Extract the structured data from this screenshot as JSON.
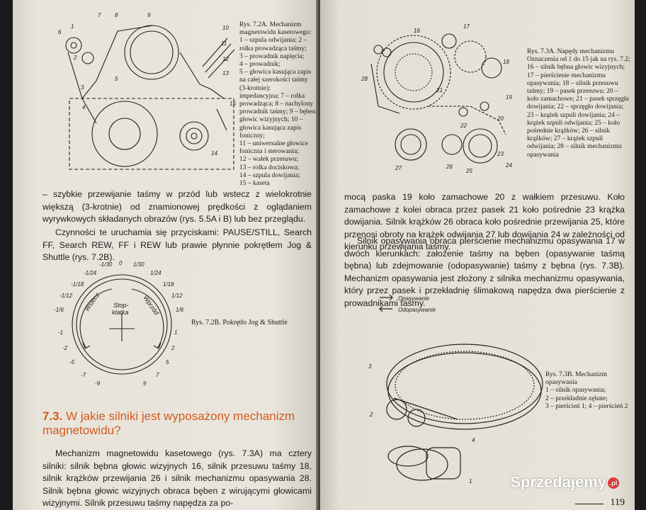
{
  "left_page": {
    "fig_7_2a": {
      "caption_title": "Rys. 7.2A. Mechanizm magnetowidu kasetowego:",
      "caption_items": [
        "1 – szpula odwijania; 2 – rolka prowadząca taśmy;",
        "3 – prowadnik napięcia;",
        "4 – prowadnik;",
        "5 – głowica kasująca zapis na całej szerokości taśmy (3-krotnie);",
        "impedancyjna; 7 – rolka prowadząca; 8 – nachylony prowadnik taśmy; 9 – bęben głowic wizyjnych; 10 – głowica kasująca zapis foniczny;",
        "11 – uniwersalne głowice foniczna i sterowania;",
        "12 – wałek przesuwu;",
        "13 – rolka dociskowa;",
        "14 – szpula dowijania;",
        "15 – kaseta"
      ],
      "labels": [
        "1",
        "2",
        "3",
        "4",
        "5",
        "6",
        "7",
        "8",
        "9",
        "10",
        "11",
        "12",
        "13",
        "14",
        "15"
      ]
    },
    "para1": "– szybkie przewijanie taśmy w przód lub wstecz z wielokrotnie większą (3-krotnie) od znamionowej prędkości z oglądaniem wyrywkowych składanych obrazów (rys. 5.5A i B) lub bez przeglądu.",
    "para2": "Czynności te uruchamia się przyciskami: PAUSE/STILL, Search FF, Search REW, FF i REW lub prawie płynnie pokrętłem Jog & Shuttle (rys. 7.2B).",
    "fig_7_2b": {
      "caption": "Rys. 7.2B. Pokrętło Jog & Shuttle",
      "center_label_1": "Stop-",
      "center_label_2": "klatka",
      "left_arc": "Wstecz",
      "right_arc": "Wprzód",
      "ticks_left": [
        "-1/30",
        "-1/24",
        "-1/18",
        "-1/12",
        "-1/6",
        "-1",
        "-2",
        "-5",
        "-7",
        "-9"
      ],
      "ticks_right": [
        "1/30",
        "1/24",
        "1/18",
        "1/12",
        "1/6",
        "1",
        "2",
        "5",
        "7",
        "9"
      ],
      "tick_zero": "0"
    },
    "section_number": "7.3.",
    "section_title_1": "W jakie silniki jest wyposażony mechanizm",
    "section_title_2": "magnetowidu?",
    "para3": "Mechanizm magnetowidu kasetowego (rys. 7.3A) ma cztery silniki: silnik bębna głowic wizyjnych 16, silnik przesuwu taśmy 18, silnik krążków przewijania 26 i silnik mechanizmu opasywania 28. Silnik bębna głowic wizyjnych obraca bęben z wirującymi głowicami wizyjnymi. Silnik przesuwu taśmy napędza za po-"
  },
  "right_page": {
    "fig_7_3a": {
      "caption_title": "Rys. 7.3A. Napędy mechanizmu",
      "caption_body": "Oznaczenia od 1 do 15 jak na rys. 7.2; 16 – silnik bębna głowic wizyjnych; 17 – pierścienie mechanizmu opasywania; 18 – silnik przesuwu taśmy; 19 – pasek przesuwu; 20 – koło zamachowe; 21 – pasek sprzęgła dowijania; 22 – sprzęgło dowijania; 23 – krążek szpuli dowijania; 24 – krążek szpuli odwijania; 25 – koło pośrednie krążków; 26 – silnik krążków; 27 – krążek szpuli odwijania; 28 – silnik mechanizmu opasywania",
      "labels": [
        "16",
        "17",
        "18",
        "19",
        "20",
        "21",
        "22",
        "23",
        "24",
        "25",
        "26",
        "27",
        "28"
      ]
    },
    "para4": "mocą paska 19 koło zamachowe 20 z wałkiem przesuwu. Koło zamachowe z kolei obraca przez pasek 21 koło pośrednie 23 krążka dowijania. Silnik krążków 26 obraca koło pośrednie przewijania 25, które przenosi obroty na krążek odwijania 27 lub dowijania 24 w zależności od kierunku przewijania taśmy.",
    "para5": "Silnik opasywania obraca pierścienie mechanizmu opasywania 17 w dwóch kierunkach: założenie taśmy na bęben (opasywanie taśmą bębna) lub zdejmowanie (odopasywanie) taśmy z bębna (rys. 7.3B). Mechanizm opasywania jest złożony z silnika mechanizmu opasywania, który przez pasek i przekładnię ślimakową napędza dwa pierścienie z prowadnikami taśmy.",
    "fig_7_3b": {
      "legend_1": "Opasywanie",
      "legend_2": "Odopasywanie",
      "caption_title": "Rys. 7.3B. Mechanizm opasywania",
      "caption_items": [
        "1 – silnik opasywania;",
        "2 – przekładnie zębate;",
        "3 – pierścień 1; 4 – pierścień 2"
      ],
      "labels": [
        "1",
        "2",
        "3",
        "4"
      ]
    },
    "page_number": "119",
    "watermark": "Sprzedajemy",
    "watermark_suffix": ".pl"
  }
}
